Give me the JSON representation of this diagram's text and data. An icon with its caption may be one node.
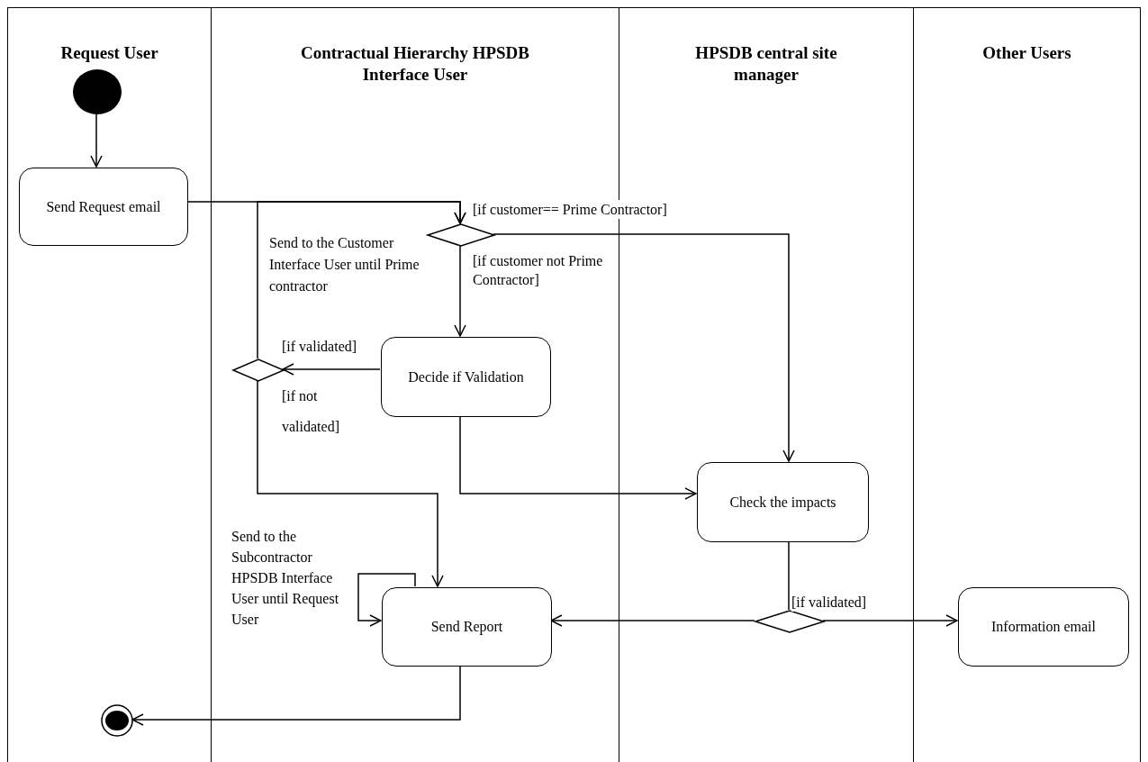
{
  "diagram": {
    "nodes": [
      {
        "text": [
          "Request User"
        ]
      },
      {
        "text": [
          "Contractual Hierarchy HPSDB Interface User"
        ]
      },
      {
        "text": [
          "HPSDB central site manager"
        ]
      },
      {
        "text": [
          "Other Users"
        ]
      },
      {
        "text": [],
        "shape": "circle",
        "in": 0
      },
      {
        "text": [
          "Send Request email"
        ],
        "in": 0
      },
      {
        "text": [],
        "shape": "diamond",
        "in": 1
      },
      {
        "text": [
          "Decide if Validation"
        ],
        "in": 1
      },
      {
        "text": [],
        "shape": "diamond",
        "in": 1
      },
      {
        "text": [
          "Check the impacts"
        ],
        "in": 2
      },
      {
        "text": [
          "Send Report"
        ],
        "in": 1
      },
      {
        "text": [],
        "shape": "diamond",
        "in": 2
      },
      {
        "text": [
          "Information email"
        ],
        "in": 3
      },
      {
        "text": [],
        "shape": "circle",
        "in": 0
      }
    ],
    "edges": [
      {
        "from": 4,
        "to": 5,
        "arrow": "to"
      },
      {
        "from": 5,
        "to": 6,
        "arrow": "to"
      },
      {
        "from": 6,
        "to": 9,
        "arrow": "to",
        "label": "[if customer== Prime Contractor]"
      },
      {
        "from": 6,
        "to": 7,
        "arrow": "to",
        "label": "[if customer not Prime Contractor]"
      },
      {
        "from": 7,
        "to": 8,
        "arrow": "to"
      },
      {
        "from": 8,
        "to": 6,
        "arrow": "to",
        "label": "[if validated]"
      },
      {
        "from": 8,
        "to": 10,
        "arrow": "to",
        "label": "[if not validated]"
      },
      {
        "from": 7,
        "to": 9,
        "arrow": "to"
      },
      {
        "from": 9,
        "to": 11,
        "arrow": "none"
      },
      {
        "from": 11,
        "to": 10,
        "arrow": "to"
      },
      {
        "from": 11,
        "to": 12,
        "arrow": "to",
        "label": "[if validated]"
      },
      {
        "from": 10,
        "to": 10,
        "arrow": "to",
        "label": "Send to the Subcontractor HPSDB Interface User until Request User"
      },
      {
        "from": 10,
        "to": 13,
        "arrow": "to"
      }
    ],
    "labels": [
      "Send to the Customer Interface User until Prime contractor"
    ]
  }
}
